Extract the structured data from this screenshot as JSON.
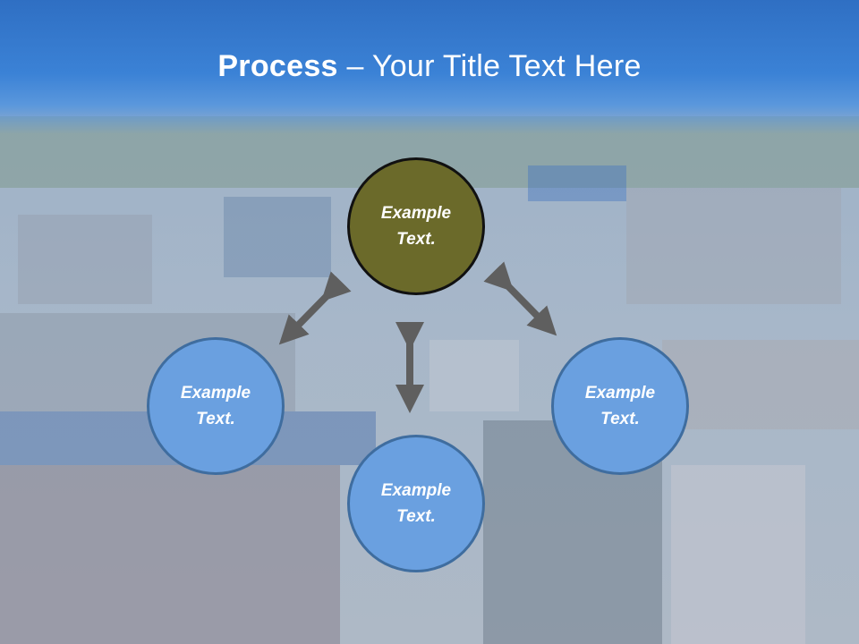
{
  "title": {
    "bold": "Process",
    "rest": " – Your Title Text Here"
  },
  "nodes": {
    "top": "Example Text.",
    "left": "Example Text.",
    "right": "Example Text.",
    "bottom": "Example Text."
  },
  "colors": {
    "header_blue": "#3b82d6",
    "center_node": "#6b6a2a",
    "outer_node": "#6aa0e0",
    "arrow": "#5f5f5f"
  }
}
